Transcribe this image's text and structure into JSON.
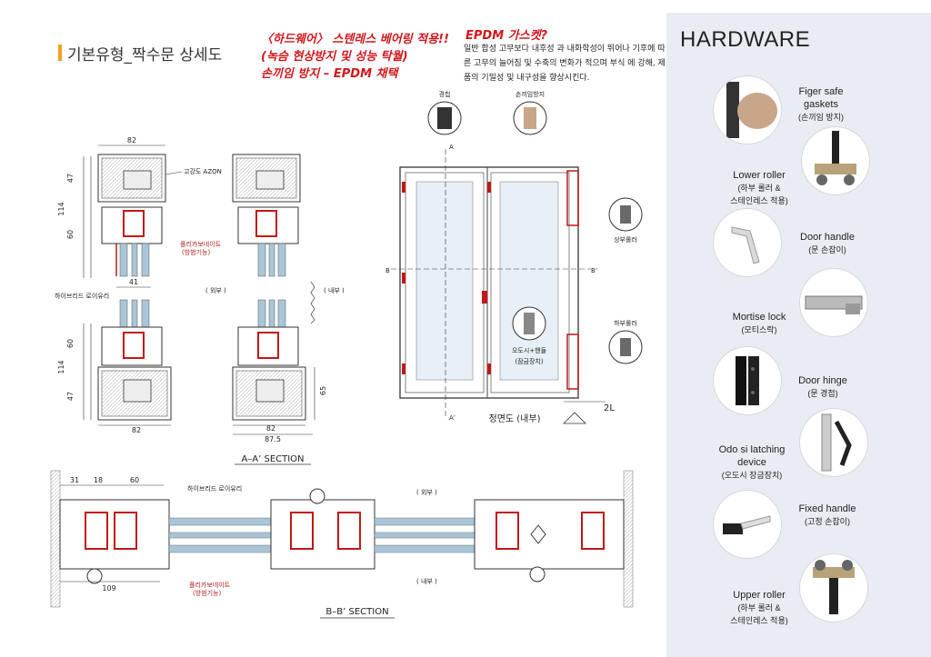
{
  "header": {
    "main_title": "기본유형_짝수문 상세도",
    "red_line1": "〈하드웨어〉 스텐레스 베어링 적용!!",
    "red_line2": "(녹슴 현상방지 및 성능 탁월)",
    "red_line3": "손끼임 방지 – EPDM 채택",
    "epdm_title": "EPDM 가스켓?",
    "epdm_note": "일반 합성 고무보다 내후성 과 내화학성이 뛰어나 기후에 따른 고무의 늘어짐 및 수축의 변화가 적으며 부식 에 강해, 제품의 기밀성 및 내구성을 향상시킨다."
  },
  "section_aa": {
    "dims": {
      "d82_top": "82",
      "d47_top": "47",
      "d114_top": "114",
      "d60_top": "60",
      "d41": "41",
      "d60_bot": "60",
      "d114_bot": "114",
      "d47_bot": "47",
      "d82_bot_left": "82",
      "d82_bot_right": "82",
      "d875": "87.5",
      "d65": "65"
    },
    "labels": {
      "azon": "고강도 AZON",
      "pc_line1": "폴리카보네이트",
      "pc_line2": "(방범기능)",
      "hybrid": "하이브리드 로이유리",
      "outside": "( 외부 )",
      "inside": "( 내부 )"
    },
    "caption": "A–A’ SECTION"
  },
  "elevation": {
    "labels": {
      "glass_hinge": "경첩",
      "finger_guard": "손끼임방지",
      "upper_roller": "상부롤러",
      "lower_roller": "하부롤러",
      "odo_line1": "오도시+핸들",
      "odo_line2": "(잠금장치)",
      "a_top": "A",
      "a_bot": "A’",
      "b_left": "B",
      "b_right": "B’",
      "two_l": "2L"
    },
    "caption": "정면도 (내부)"
  },
  "section_bb": {
    "dims": {
      "d31": "31",
      "d18": "18",
      "d60": "60",
      "d109": "109"
    },
    "labels": {
      "hybrid": "하이브리드 로이유리",
      "outside": "( 외부 )",
      "inside": "( 내부 )",
      "pc_line1": "폴리카보네이트",
      "pc_line2": "(방범기능)"
    },
    "caption": "B–B’ SECTION"
  },
  "hardware": {
    "title": "HARDWARE",
    "items": [
      {
        "en": "Figer safe gaskets",
        "ko": "(손끼임 방지)"
      },
      {
        "en": "Lower roller",
        "ko1": "(하부 롤러 &",
        "ko2": "스테인레스 적용)"
      },
      {
        "en": "Door handle",
        "ko": "(문 손잡이)"
      },
      {
        "en": "Mortise lock",
        "ko": "(모티스락)"
      },
      {
        "en": "Door hinge",
        "ko": "(문 경첩)"
      },
      {
        "en": "Odo si latching device",
        "ko": "(오도시 장금장치)"
      },
      {
        "en": "Fixed handle",
        "ko": "(고정 손잡이)"
      },
      {
        "en": "Upper roller",
        "ko1": "(하부 롤러 &",
        "ko2": "스테인레스 적용)"
      }
    ]
  },
  "colors": {
    "accent_red": "#d0181d",
    "accent_orange": "#f0a020",
    "sidebar_bg": "#e9ecf3",
    "glass_blue": "#a9c6d8"
  }
}
